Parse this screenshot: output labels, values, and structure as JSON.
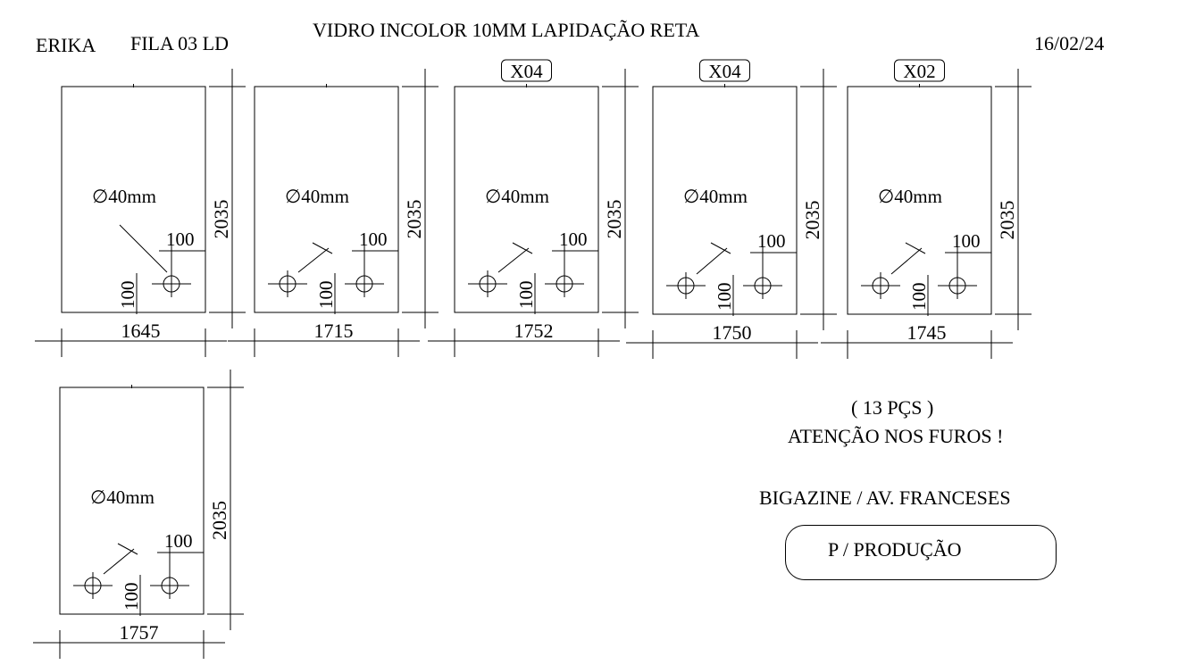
{
  "header": {
    "client": "ERIKA",
    "row": "FILA 03 LD",
    "title": "VIDRO INCOLOR 10MM LAPIDAÇÃO RETA",
    "date": "16/02/24"
  },
  "pieces": [
    {
      "name": "piece-1",
      "width": "1645",
      "height": "2035",
      "hole_diameter": "∅40mm",
      "offset_side": "100",
      "offset_bottom": "100",
      "holes": 1,
      "quantity": ""
    },
    {
      "name": "piece-2",
      "width": "1715",
      "height": "2035",
      "hole_diameter": "∅40mm",
      "offset_side": "100",
      "offset_bottom": "100",
      "holes": 2,
      "quantity": ""
    },
    {
      "name": "piece-3",
      "width": "1752",
      "height": "2035",
      "hole_diameter": "∅40mm",
      "offset_side": "100",
      "offset_bottom": "100",
      "holes": 2,
      "quantity": "X04"
    },
    {
      "name": "piece-4",
      "width": "1750",
      "height": "2035",
      "hole_diameter": "∅40mm",
      "offset_side": "100",
      "offset_bottom": "100",
      "holes": 2,
      "quantity": "X04"
    },
    {
      "name": "piece-5",
      "width": "1745",
      "height": "2035",
      "hole_diameter": "∅40mm",
      "offset_side": "100",
      "offset_bottom": "100",
      "holes": 2,
      "quantity": "X02"
    },
    {
      "name": "piece-6",
      "width": "1757",
      "height": "2035",
      "hole_diameter": "∅40mm",
      "offset_side": "100",
      "offset_bottom": "100",
      "holes": 2,
      "quantity": ""
    }
  ],
  "notes": {
    "count": "( 13 PÇS )",
    "warning": "ATENÇÃO NOS FUROS !",
    "customer": "BIGAZINE / AV. FRANCESES",
    "stamp": "P / PRODUÇÃO"
  }
}
